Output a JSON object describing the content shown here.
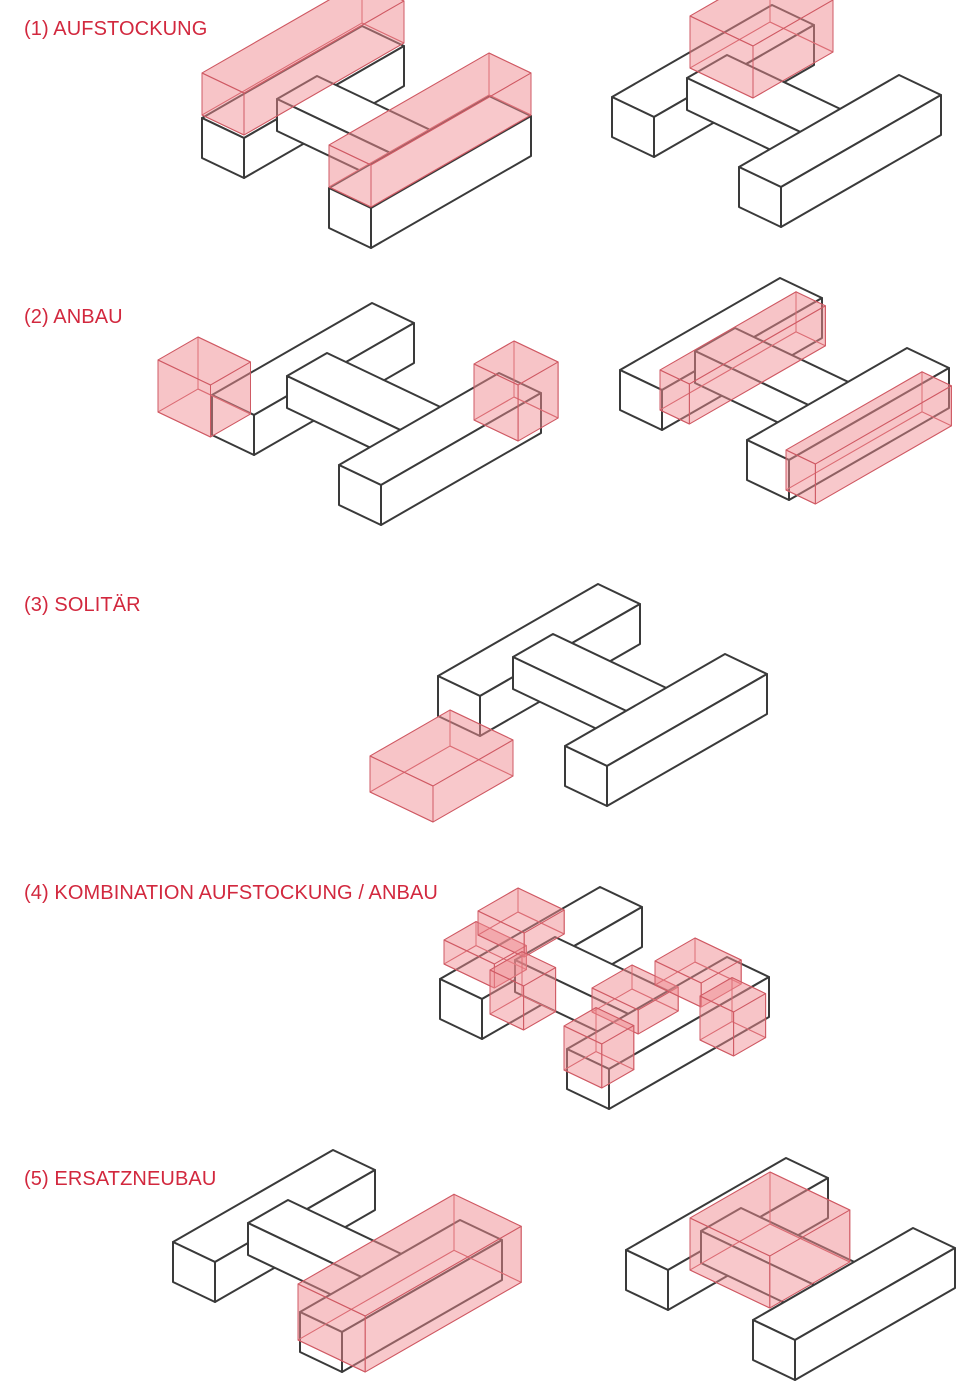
{
  "colors": {
    "title": "#d2283e",
    "outline": "#3a3a3a",
    "existing_fill": "#ffffff",
    "new_volume_fill": "#ef8d92",
    "new_volume_stroke": "#cf5a64"
  },
  "sections": [
    {
      "id": "aufstockung",
      "title": "(1) AUFSTOCKUNG"
    },
    {
      "id": "anbau",
      "title": "(2) ANBAU"
    },
    {
      "id": "solitaer",
      "title": "(3) SOLITÄR"
    },
    {
      "id": "kombination",
      "title": "(4) KOMBINATION AUFSTOCKUNG / ANBAU"
    },
    {
      "id": "ersatzneubau",
      "title": "(5) ERSATZNEUBAU"
    }
  ]
}
